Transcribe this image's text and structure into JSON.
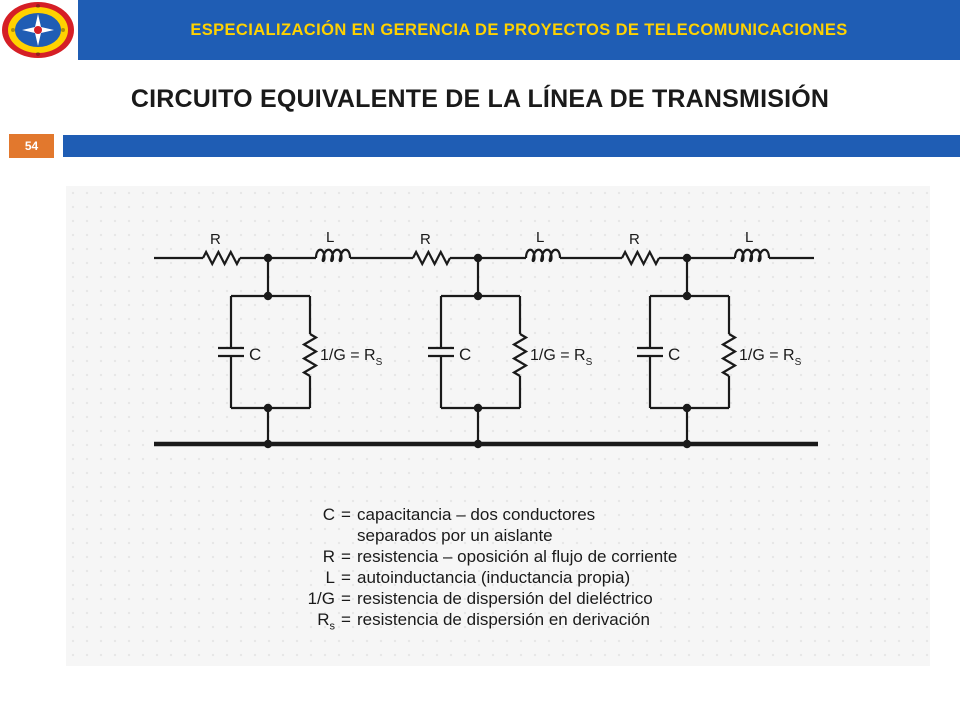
{
  "header": {
    "title": "ESPECIALIZACIÓN EN GERENCIA DE PROYECTOS DE TELECOMUNICACIONES",
    "logo_icon": "university-seal-icon"
  },
  "slide": {
    "title": "CIRCUITO EQUIVALENTE DE LA LÍNEA DE TRANSMISIÓN",
    "number": "54"
  },
  "diagram": {
    "sections": 3,
    "labels": {
      "resistor": "R",
      "inductor": "L",
      "capacitor": "C",
      "shunt_main": "1/G = R",
      "shunt_sub": "S"
    },
    "legend": [
      {
        "symbol": "C",
        "desc": "capacitancia – dos conductores"
      },
      {
        "symbol": "",
        "desc": "separados por un aislante"
      },
      {
        "symbol": "R",
        "desc": "resistencia – oposición al flujo de corriente"
      },
      {
        "symbol": "L",
        "desc": "autoinductancia (inductancia propia)"
      },
      {
        "symbol": "1/G",
        "desc": "resistencia de dispersión del dieléctrico"
      },
      {
        "symbol": "R",
        "symbol_sub": "s",
        "desc": "resistencia de dispersión en derivación"
      }
    ]
  },
  "colors": {
    "header_blue": "#1f5db4",
    "header_text": "#ffd200",
    "number_box": "#e2782d"
  }
}
